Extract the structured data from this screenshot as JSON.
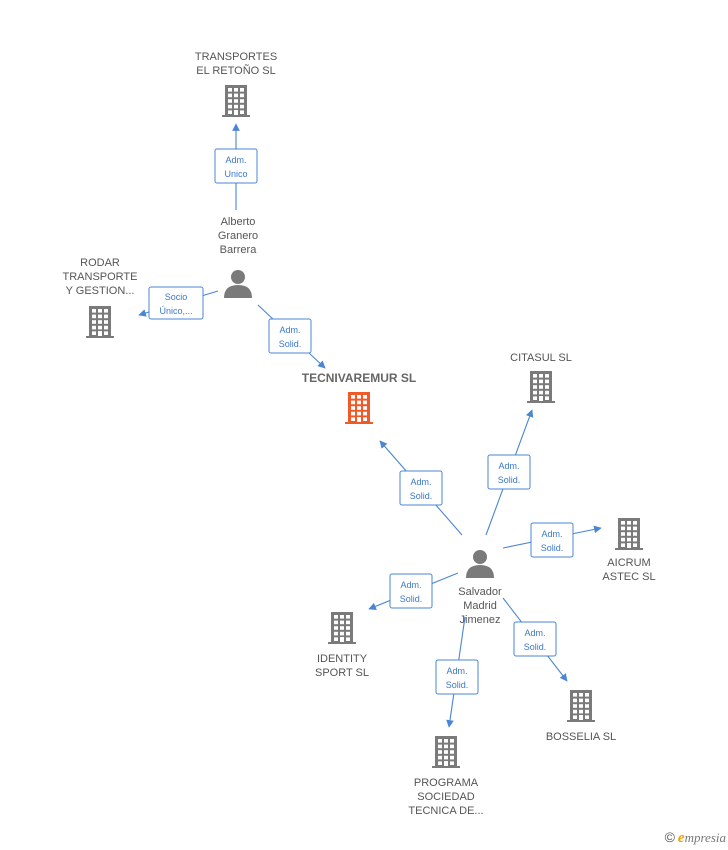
{
  "colors": {
    "building": "#7a7a7a",
    "building_main": "#f05a28",
    "person": "#7a7a7a",
    "edge": "#4a86d4",
    "label": "#555555"
  },
  "nodes": [
    {
      "id": "transportes",
      "type": "company",
      "lines": [
        "TRANSPORTES",
        "EL RETOÑO  SL"
      ]
    },
    {
      "id": "alberto",
      "type": "person",
      "lines": [
        "Alberto",
        "Granero",
        "Barrera"
      ]
    },
    {
      "id": "rodar",
      "type": "company",
      "lines": [
        "RODAR",
        "TRANSPORTE",
        "Y GESTION..."
      ]
    },
    {
      "id": "tecnivaremur",
      "type": "company",
      "main": true,
      "lines": [
        "TECNIVAREMUR SL"
      ]
    },
    {
      "id": "citasul",
      "type": "company",
      "lines": [
        "CITASUL SL"
      ]
    },
    {
      "id": "aicrum",
      "type": "company",
      "lines": [
        "AICRUM",
        "ASTEC SL"
      ]
    },
    {
      "id": "salvador",
      "type": "person",
      "lines": [
        "Salvador",
        "Madrid",
        "Jimenez"
      ]
    },
    {
      "id": "identity",
      "type": "company",
      "lines": [
        "IDENTITY",
        "SPORT SL"
      ]
    },
    {
      "id": "bosselia",
      "type": "company",
      "lines": [
        "BOSSELIA SL"
      ]
    },
    {
      "id": "programa",
      "type": "company",
      "lines": [
        "PROGRAMA",
        "SOCIEDAD",
        "TECNICA DE..."
      ]
    }
  ],
  "edges": [
    {
      "from": "alberto",
      "to": "transportes",
      "lines": [
        "Adm.",
        "Unico"
      ]
    },
    {
      "from": "alberto",
      "to": "rodar",
      "lines": [
        "Socio",
        "Único,..."
      ]
    },
    {
      "from": "alberto",
      "to": "tecnivaremur",
      "lines": [
        "Adm.",
        "Solid."
      ]
    },
    {
      "from": "salvador",
      "to": "tecnivaremur",
      "lines": [
        "Adm.",
        "Solid."
      ]
    },
    {
      "from": "salvador",
      "to": "citasul",
      "lines": [
        "Adm.",
        "Solid."
      ]
    },
    {
      "from": "salvador",
      "to": "aicrum",
      "lines": [
        "Adm.",
        "Solid."
      ]
    },
    {
      "from": "salvador",
      "to": "identity",
      "lines": [
        "Adm.",
        "Solid."
      ]
    },
    {
      "from": "salvador",
      "to": "bosselia",
      "lines": [
        "Adm.",
        "Solid."
      ]
    },
    {
      "from": "salvador",
      "to": "programa",
      "lines": [
        "Adm.",
        "Solid."
      ]
    }
  ],
  "footer": {
    "copyright": "©",
    "brand_first": "e",
    "brand_rest": "mpresia"
  }
}
